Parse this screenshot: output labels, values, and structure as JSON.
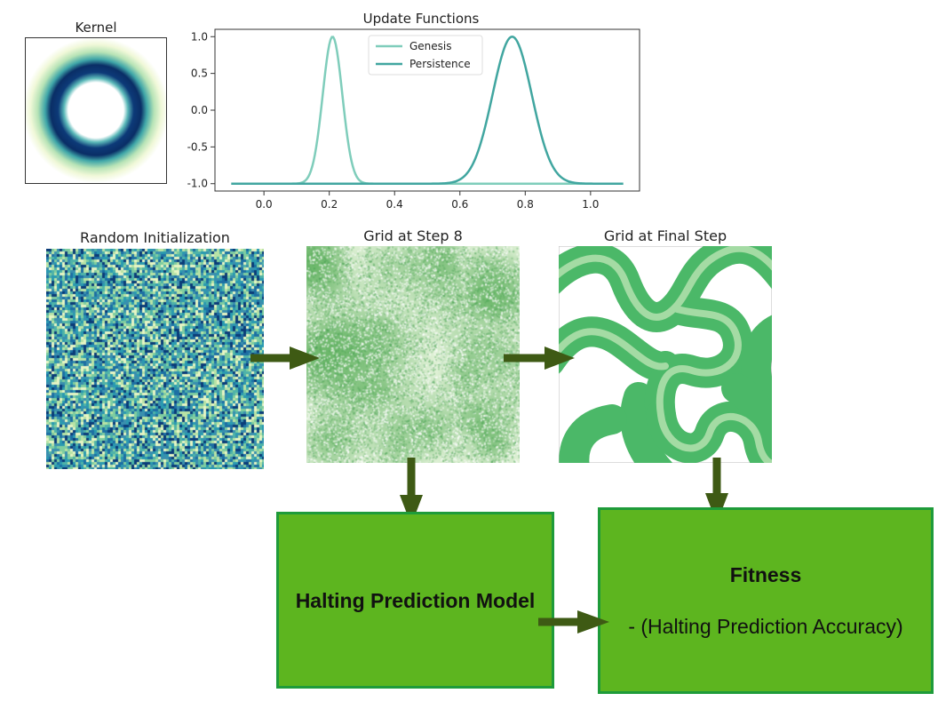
{
  "kernel": {
    "title": "Kernel"
  },
  "chart_data": {
    "type": "line",
    "title": "Update Functions",
    "xlabel": "",
    "ylabel": "",
    "xlim": [
      -0.15,
      1.15
    ],
    "ylim": [
      -1.1,
      1.1
    ],
    "xticks": [
      0.0,
      0.2,
      0.4,
      0.6,
      0.8,
      1.0
    ],
    "xtick_labels": [
      "0.0",
      "0.2",
      "0.4",
      "0.6",
      "0.8",
      "1.0"
    ],
    "yticks": [
      -1.0,
      -0.5,
      0.0,
      0.5,
      1.0
    ],
    "ytick_labels": [
      "-1.0",
      "-0.5",
      "0.0",
      "0.5",
      "1.0"
    ],
    "x_range": [
      -0.1,
      1.1
    ],
    "legend_position": "top-center",
    "series": [
      {
        "name": "Genesis",
        "type": "gaussian_bump",
        "mu": 0.21,
        "sigma": 0.03,
        "color": "#7fcdbb"
      },
      {
        "name": "Persistence",
        "type": "gaussian_bump",
        "mu": 0.76,
        "sigma": 0.06,
        "color": "#41a6a0"
      }
    ]
  },
  "grids": {
    "random_init": {
      "title": "Random Initialization"
    },
    "step8": {
      "title": "Grid at Step 8"
    },
    "final": {
      "title": "Grid at Final Step"
    }
  },
  "boxes": {
    "halting_model": {
      "label": "Halting Prediction Model"
    },
    "fitness": {
      "title": "Fitness",
      "subtitle": "- (Halting Prediction Accuracy)"
    }
  },
  "colors": {
    "box_fill": "#5db51f",
    "box_border": "#1e9b3a",
    "arrow": "#3e5a14",
    "genesis": "#7fcdbb",
    "persistence": "#41a6a0"
  }
}
